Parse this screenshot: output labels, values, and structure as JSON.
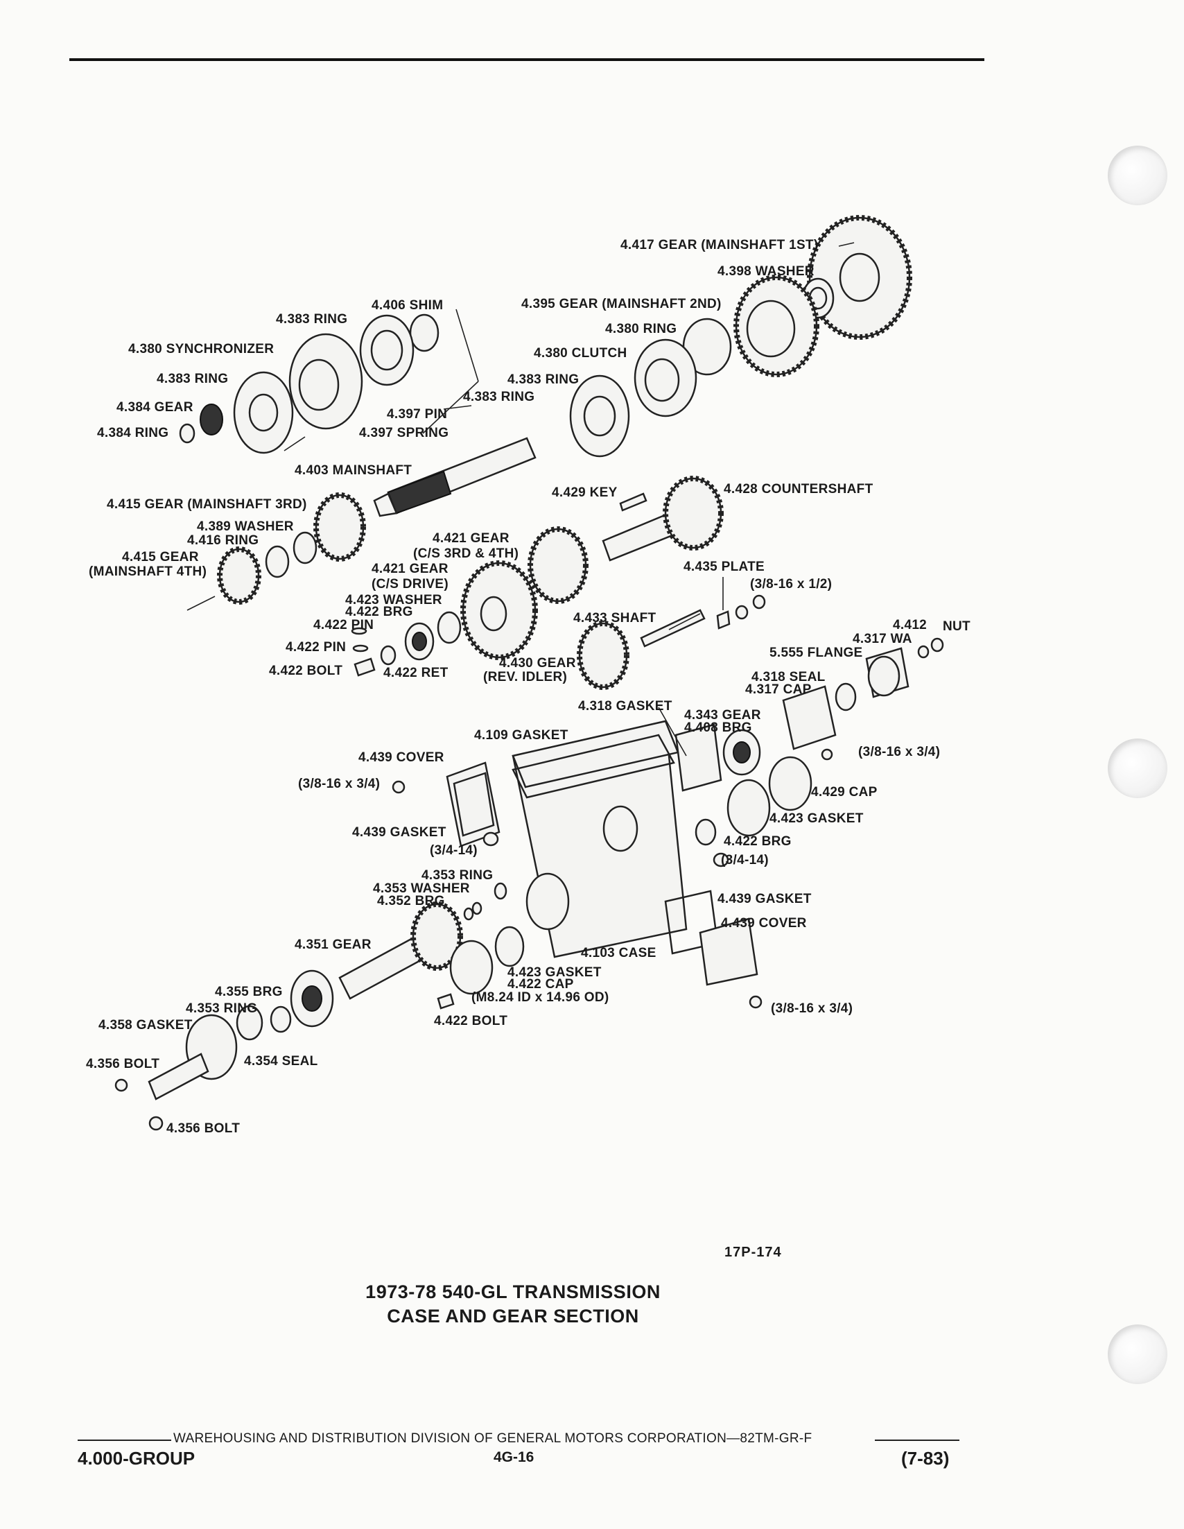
{
  "diagram": {
    "labels": [
      {
        "id": "l1",
        "text": "4.417 GEAR (MAINSHAFT 1ST)"
      },
      {
        "id": "l2",
        "text": "4.398 WASHER"
      },
      {
        "id": "l3",
        "text": "4.406 SHIM"
      },
      {
        "id": "l4",
        "text": "4.395 GEAR (MAINSHAFT 2ND)"
      },
      {
        "id": "l5",
        "text": "4.383 RING"
      },
      {
        "id": "l6",
        "text": "4.380 RING"
      },
      {
        "id": "l7",
        "text": "4.380 SYNCHRONIZER"
      },
      {
        "id": "l8",
        "text": "4.380 CLUTCH"
      },
      {
        "id": "l9",
        "text": "4.383 RING"
      },
      {
        "id": "l10",
        "text": "4.383 RING"
      },
      {
        "id": "l11",
        "text": "4.383 RING"
      },
      {
        "id": "l12",
        "text": "4.384 GEAR"
      },
      {
        "id": "l13",
        "text": "4.397 PIN"
      },
      {
        "id": "l14",
        "text": "4.384 RING"
      },
      {
        "id": "l15",
        "text": "4.397 SPRING"
      },
      {
        "id": "l16",
        "text": "4.403 MAINSHAFT"
      },
      {
        "id": "l17",
        "text": "4.429 KEY"
      },
      {
        "id": "l18",
        "text": "4.428 COUNTERSHAFT"
      },
      {
        "id": "l19",
        "text": "4.415 GEAR (MAINSHAFT 3RD)"
      },
      {
        "id": "l20",
        "text": "4.389 WASHER"
      },
      {
        "id": "l21",
        "text": "4.416 RING"
      },
      {
        "id": "l22",
        "text": "4.421 GEAR"
      },
      {
        "id": "l23",
        "text": "(C/S 3RD & 4TH)"
      },
      {
        "id": "l24",
        "text": "4.415 GEAR"
      },
      {
        "id": "l25",
        "text": "(MAINSHAFT 4TH)"
      },
      {
        "id": "l26",
        "text": "4.421 GEAR"
      },
      {
        "id": "l27",
        "text": "(C/S DRIVE)"
      },
      {
        "id": "l28",
        "text": "4.435 PLATE"
      },
      {
        "id": "l29",
        "text": "(3/8-16 x 1/2)"
      },
      {
        "id": "l30",
        "text": "4.423 WASHER"
      },
      {
        "id": "l31",
        "text": "4.422 BRG"
      },
      {
        "id": "l32",
        "text": "4.422 PIN"
      },
      {
        "id": "l33",
        "text": "4.433 SHAFT"
      },
      {
        "id": "l34",
        "text": "4.412"
      },
      {
        "id": "l35",
        "text": "NUT"
      },
      {
        "id": "l36",
        "text": "4.317 WA"
      },
      {
        "id": "l37",
        "text": "4.422 PIN"
      },
      {
        "id": "l38",
        "text": "5.555 FLANGE"
      },
      {
        "id": "l39",
        "text": "4.430 GEAR"
      },
      {
        "id": "l40",
        "text": "(REV. IDLER)"
      },
      {
        "id": "l41",
        "text": "4.318 SEAL"
      },
      {
        "id": "l42",
        "text": "4.422 BOLT"
      },
      {
        "id": "l43",
        "text": "4.422 RET"
      },
      {
        "id": "l44",
        "text": "4.317 CAP"
      },
      {
        "id": "l45",
        "text": "4.318 GASKET"
      },
      {
        "id": "l46",
        "text": "4.343 GEAR"
      },
      {
        "id": "l47",
        "text": "4.408 BRG"
      },
      {
        "id": "l48",
        "text": "4.109 GASKET"
      },
      {
        "id": "l49",
        "text": "4.439 COVER"
      },
      {
        "id": "l50",
        "text": "(3/8-16 x 3/4)"
      },
      {
        "id": "l51",
        "text": "(3/8-16 x 3/4)"
      },
      {
        "id": "l52",
        "text": "4.429 CAP"
      },
      {
        "id": "l53",
        "text": "4.423 GASKET"
      },
      {
        "id": "l54",
        "text": "4.439 GASKET"
      },
      {
        "id": "l55",
        "text": "4.422 BRG"
      },
      {
        "id": "l56",
        "text": "(3/4-14)"
      },
      {
        "id": "l57",
        "text": "(3/4-14)"
      },
      {
        "id": "l58",
        "text": "4.353 RING"
      },
      {
        "id": "l59",
        "text": "4.353 WASHER"
      },
      {
        "id": "l60",
        "text": "4.352 BRG"
      },
      {
        "id": "l61",
        "text": "4.439 GASKET"
      },
      {
        "id": "l62",
        "text": "4.439 COVER"
      },
      {
        "id": "l63",
        "text": "4.351 GEAR"
      },
      {
        "id": "l64",
        "text": "4.103 CASE"
      },
      {
        "id": "l65",
        "text": "4.423 GASKET"
      },
      {
        "id": "l66",
        "text": "4.422 CAP"
      },
      {
        "id": "l67",
        "text": "(M8.24 ID x 14.96 OD)"
      },
      {
        "id": "l68",
        "text": "4.355 BRG"
      },
      {
        "id": "l69",
        "text": "4.353 RING"
      },
      {
        "id": "l70",
        "text": "4.358 GASKET"
      },
      {
        "id": "l71",
        "text": "4.422 BOLT"
      },
      {
        "id": "l72",
        "text": "(3/8-16 x 3/4)"
      },
      {
        "id": "l73",
        "text": "4.356 BOLT"
      },
      {
        "id": "l74",
        "text": "4.354 SEAL"
      },
      {
        "id": "l75",
        "text": "4.356 BOLT"
      }
    ]
  },
  "figure_number": "17P-174",
  "title_line1": "1973-78 540-GL TRANSMISSION",
  "title_line2": "CASE AND GEAR SECTION",
  "footer": {
    "division": "WAREHOUSING AND DISTRIBUTION  DIVISION OF GENERAL MOTORS CORPORATION—82TM-GR-F",
    "group": "4.000-GROUP",
    "page": "4G-16",
    "date": "(7-83)"
  }
}
